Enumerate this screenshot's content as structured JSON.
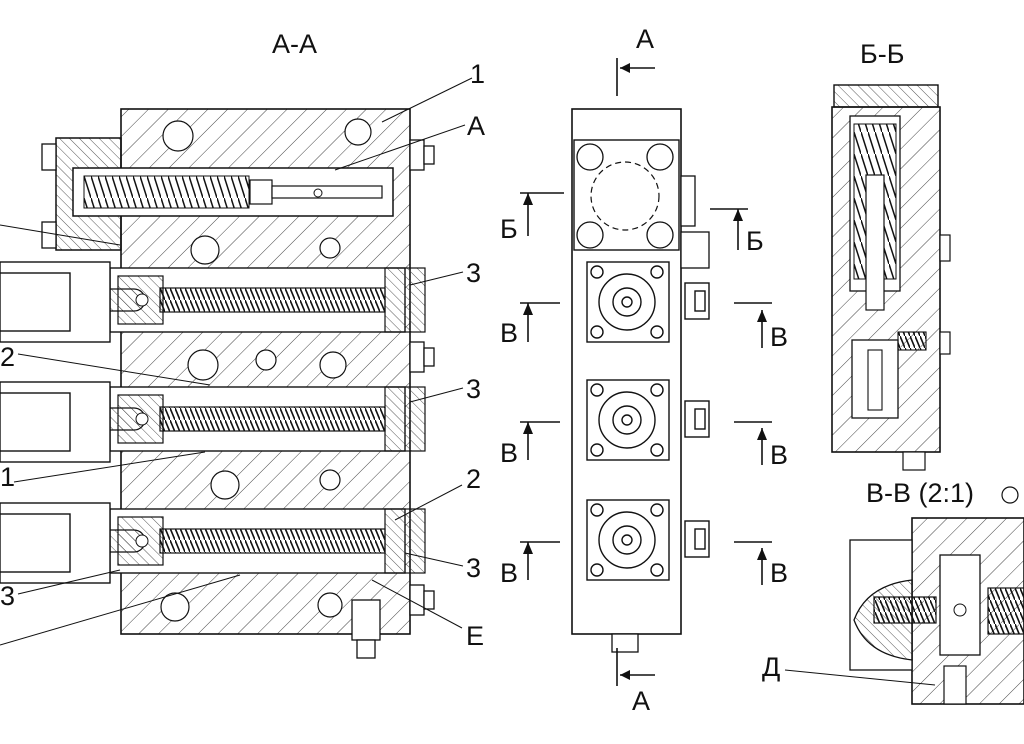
{
  "views": {
    "section_aa": {
      "title": "А-А"
    },
    "section_bb": {
      "title": "Б-Б"
    },
    "section_vv": {
      "title": "В-В (2:1)"
    }
  },
  "callouts": {
    "n1_top": "1",
    "a_top": "А",
    "n3_top": "3",
    "n3_mid": "3",
    "n2_right": "2",
    "n3_low": "3",
    "e": "Е",
    "n2_left": "2",
    "n1_left": "1",
    "n3_left": "3",
    "d": "Д"
  },
  "cut_marks": {
    "a_top": "А",
    "a_bottom": "А",
    "b_left": "Б",
    "b_right": "Б",
    "v1_left": "В",
    "v1_right": "В",
    "v2_left": "В",
    "v2_right": "В",
    "v3_left": "В",
    "v3_right": "В"
  },
  "colors": {
    "line": "#111111",
    "background": "#ffffff",
    "hatch": "#444444"
  }
}
